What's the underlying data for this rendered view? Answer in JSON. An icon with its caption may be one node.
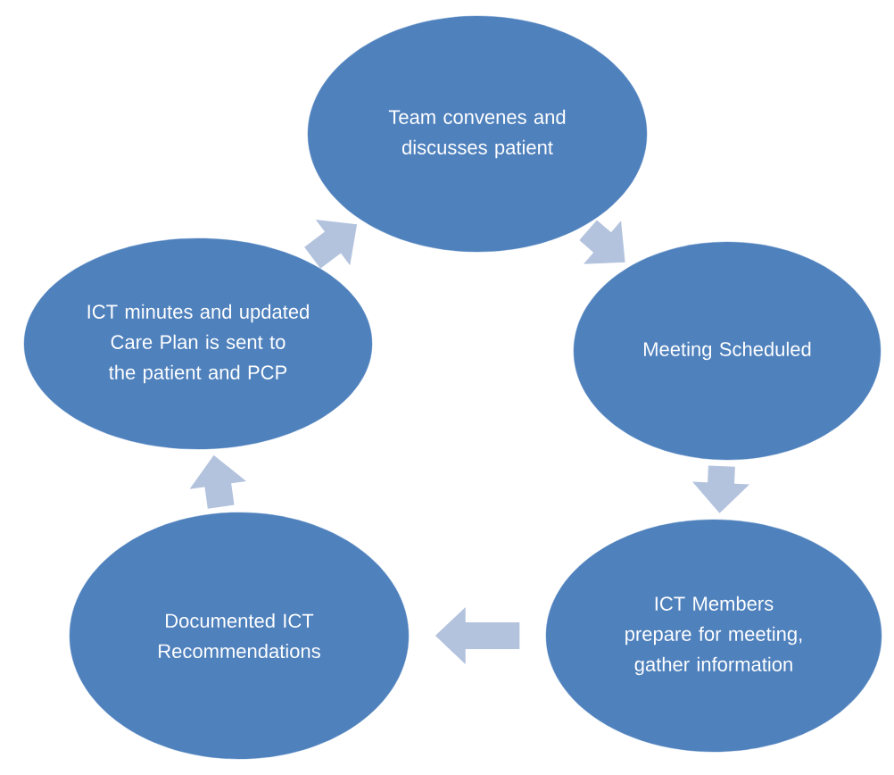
{
  "diagram": {
    "nodes": [
      {
        "text": [
          "Team convenes and discusses patient"
        ]
      },
      {
        "text": [
          "Meeting Scheduled"
        ]
      },
      {
        "text": [
          "ICT Members prepare for meeting, gather information"
        ]
      },
      {
        "text": [
          "Documented ICT Recommendations"
        ]
      },
      {
        "text": [
          "ICT minutes and updated Care Plan is sent to the patient and PCP"
        ]
      }
    ],
    "edges": [
      {
        "from": 0,
        "to": 1,
        "arrow": "to"
      },
      {
        "from": 1,
        "to": 2,
        "arrow": "to"
      },
      {
        "from": 2,
        "to": 3,
        "arrow": "to"
      },
      {
        "from": 3,
        "to": 4,
        "arrow": "to"
      },
      {
        "from": 4,
        "to": 0,
        "arrow": "to"
      }
    ]
  }
}
